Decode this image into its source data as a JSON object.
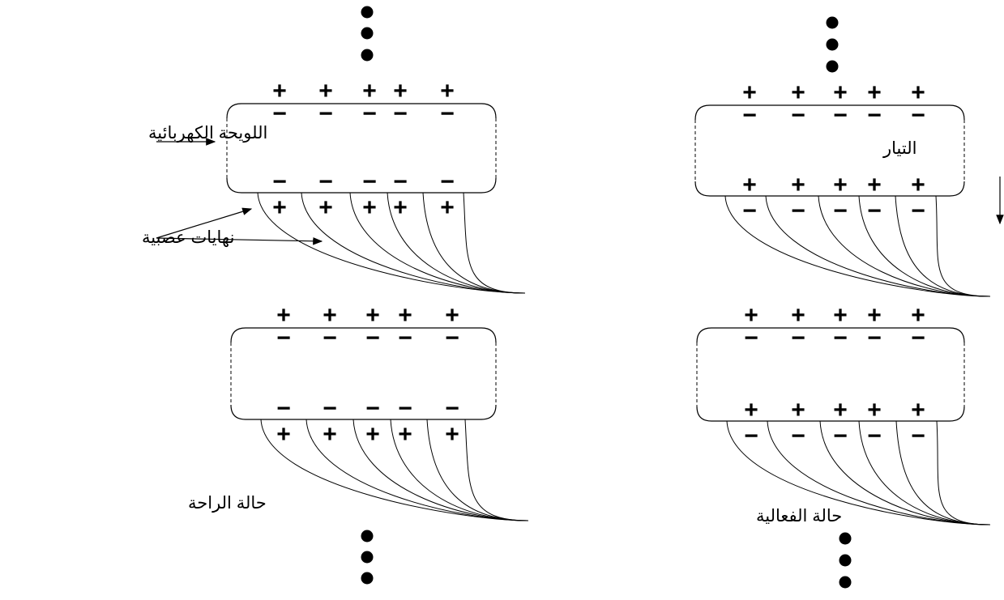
{
  "labels": {
    "plate": "اللويحة الكهربائية",
    "nerve_endings": "نهايات عصبية",
    "current": "التيار",
    "rest_state": "حالة الراحة",
    "active_state": "حالة الفعالية"
  },
  "panels": [
    {
      "name": "rest-top",
      "top_outer": "+",
      "top_inner": "−",
      "bottom_inner": "−",
      "bottom_outer": "+"
    },
    {
      "name": "rest-bottom",
      "top_outer": "+",
      "top_inner": "−",
      "bottom_inner": "−",
      "bottom_outer": "+"
    },
    {
      "name": "active-top",
      "top_outer": "+",
      "top_inner": "−",
      "bottom_inner": "+",
      "bottom_outer": "−"
    },
    {
      "name": "active-bottom",
      "top_outer": "+",
      "top_inner": "−",
      "bottom_inner": "+",
      "bottom_outer": "−"
    }
  ]
}
